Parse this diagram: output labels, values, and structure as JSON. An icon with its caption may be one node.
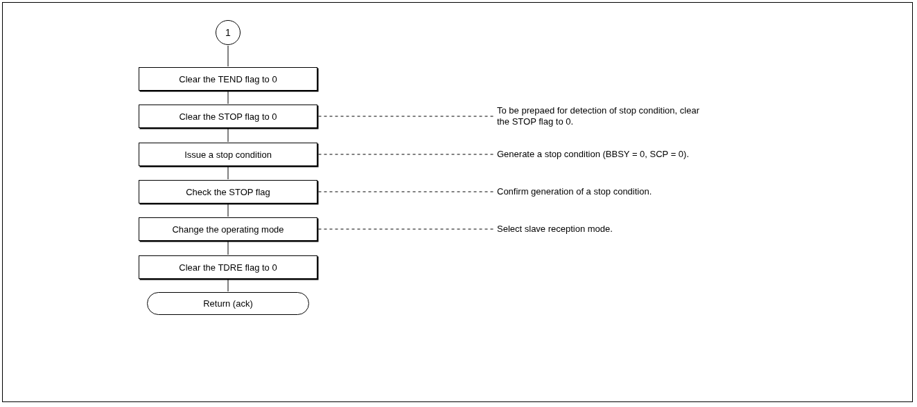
{
  "diagram": {
    "nodes": [
      {
        "text": [
          "1"
        ]
      },
      {
        "text": [
          "Clear the TEND flag to 0"
        ]
      },
      {
        "text": [
          "Clear the STOP flag to 0"
        ]
      },
      {
        "text": [
          "Issue a stop condition"
        ]
      },
      {
        "text": [
          "Check the STOP flag"
        ]
      },
      {
        "text": [
          "Change the operating mode"
        ]
      },
      {
        "text": [
          "Clear the TDRE flag to 0"
        ]
      },
      {
        "text": [
          "Return (ack)"
        ]
      },
      {
        "text": [
          "To be prepaed for detection of stop condition, clear the STOP flag to 0."
        ]
      },
      {
        "text": [
          "Generate a stop condition (BBSY = 0, SCP = 0)."
        ]
      },
      {
        "text": [
          "Confirm generation of a stop condition."
        ]
      },
      {
        "text": [
          "Select slave reception mode."
        ]
      }
    ],
    "edges": [
      {
        "from": 0,
        "to": 1,
        "arrow": "none"
      },
      {
        "from": 1,
        "to": 2,
        "arrow": "none"
      },
      {
        "from": 2,
        "to": 3,
        "arrow": "none"
      },
      {
        "from": 3,
        "to": 4,
        "arrow": "none"
      },
      {
        "from": 4,
        "to": 5,
        "arrow": "none"
      },
      {
        "from": 5,
        "to": 6,
        "arrow": "none"
      },
      {
        "from": 6,
        "to": 7,
        "arrow": "none"
      },
      {
        "from": 8,
        "to": 2,
        "arrow": "none",
        "style": "dashed"
      },
      {
        "from": 9,
        "to": 3,
        "arrow": "none",
        "style": "dashed"
      },
      {
        "from": 10,
        "to": 4,
        "arrow": "none",
        "style": "dashed"
      },
      {
        "from": 11,
        "to": 5,
        "arrow": "none",
        "style": "dashed"
      }
    ]
  }
}
